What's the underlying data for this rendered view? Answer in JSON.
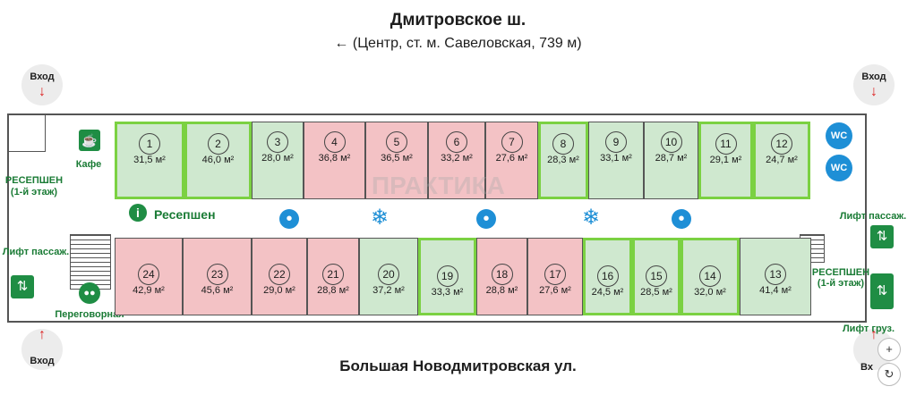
{
  "header": {
    "street_top": "Дмитровское ш.",
    "direction_arrow": "←",
    "direction_text": "(Центр, ст. м. Савеловская, 739 м)"
  },
  "footer": {
    "street_bottom": "Большая Новодмитровская ул."
  },
  "entrances": {
    "top_left": "Вход",
    "top_right": "Вход",
    "bottom_left": "Вход",
    "bottom_right": "Вх"
  },
  "left_side": {
    "cafe_label": "Кафе",
    "reception_line1": "РЕСЕПШЕН",
    "reception_line2": "(1-й этаж)",
    "lift_label": "Лифт пассаж.",
    "meeting_label": "Переговорная"
  },
  "right_side": {
    "wc_label_1": "WC",
    "wc_label_2": "WC",
    "lift_pass_label": "Лифт пассаж.",
    "reception_line1": "РЕСЕПШЕН",
    "reception_line2": "(1-й этаж)",
    "lift_cargo_label": "Лифт груз."
  },
  "corridor": {
    "reception_label": "Ресепшен",
    "info_icon": "i",
    "watermark": "ПРАКТИКА"
  },
  "colors": {
    "available": "#cfe8cf",
    "occupied": "#f3c2c5",
    "highlight": "#7bd142",
    "icon_green": "#1f8d44",
    "icon_blue": "#1e8fd6"
  },
  "rooms_top": [
    {
      "num": "1",
      "area": "31,5 м²",
      "status": "green",
      "selected": true
    },
    {
      "num": "2",
      "area": "46,0 м²",
      "status": "green",
      "selected": true
    },
    {
      "num": "3",
      "area": "28,0 м²",
      "status": "green",
      "selected": false
    },
    {
      "num": "4",
      "area": "36,8 м²",
      "status": "red",
      "selected": false
    },
    {
      "num": "5",
      "area": "36,5 м²",
      "status": "red",
      "selected": false
    },
    {
      "num": "6",
      "area": "33,2 м²",
      "status": "red",
      "selected": false
    },
    {
      "num": "7",
      "area": "27,6 м²",
      "status": "red",
      "selected": false
    },
    {
      "num": "8",
      "area": "28,3 м²",
      "status": "green",
      "selected": true
    },
    {
      "num": "9",
      "area": "33,1 м²",
      "status": "green",
      "selected": false
    },
    {
      "num": "10",
      "area": "28,7 м²",
      "status": "green",
      "selected": false
    },
    {
      "num": "11",
      "area": "29,1 м²",
      "status": "green",
      "selected": true
    },
    {
      "num": "12",
      "area": "24,7 м²",
      "status": "green",
      "selected": true
    }
  ],
  "rooms_bottom": [
    {
      "num": "24",
      "area": "42,9 м²",
      "status": "red",
      "selected": false
    },
    {
      "num": "23",
      "area": "45,6 м²",
      "status": "red",
      "selected": false
    },
    {
      "num": "22",
      "area": "29,0 м²",
      "status": "red",
      "selected": false
    },
    {
      "num": "21",
      "area": "28,8 м²",
      "status": "red",
      "selected": false
    },
    {
      "num": "20",
      "area": "37,2 м²",
      "status": "green",
      "selected": false
    },
    {
      "num": "19",
      "area": "33,3 м²",
      "status": "green",
      "selected": true
    },
    {
      "num": "18",
      "area": "28,8 м²",
      "status": "red",
      "selected": false
    },
    {
      "num": "17",
      "area": "27,6 м²",
      "status": "red",
      "selected": false
    },
    {
      "num": "16",
      "area": "24,5 м²",
      "status": "green",
      "selected": true
    },
    {
      "num": "15",
      "area": "28,5 м²",
      "status": "green",
      "selected": true
    },
    {
      "num": "14",
      "area": "32,0 м²",
      "status": "green",
      "selected": true
    },
    {
      "num": "13",
      "area": "41,4 м²",
      "status": "green",
      "selected": false
    }
  ],
  "corridor_icons": [
    {
      "type": "drop",
      "name": "water-drop-icon"
    },
    {
      "type": "snow",
      "name": "snowflake-icon"
    },
    {
      "type": "drop",
      "name": "water-drop-icon"
    },
    {
      "type": "snow",
      "name": "snowflake-icon"
    },
    {
      "type": "drop",
      "name": "water-drop-icon"
    }
  ],
  "controls": {
    "zoom_in": "+",
    "rotate": "↻"
  }
}
